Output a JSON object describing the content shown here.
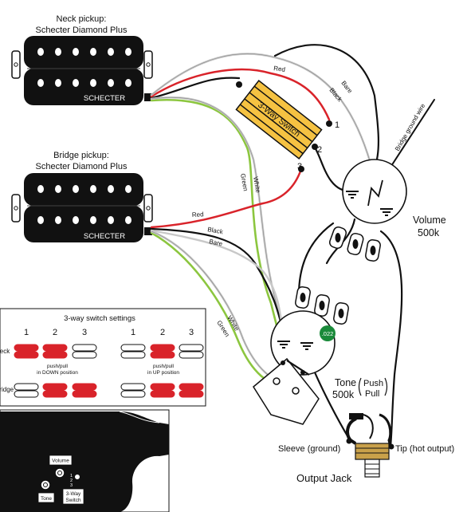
{
  "neck_pickup": {
    "title_line1": "Neck pickup:",
    "title_line2": "Schecter Diamond Plus",
    "brand": "SCHECTER"
  },
  "bridge_pickup": {
    "title_line1": "Bridge pickup:",
    "title_line2": "Schecter Diamond Plus",
    "brand": "SCHECTER"
  },
  "switch": {
    "label": "3-Way Switch",
    "lug_1": "1",
    "lug_2": "2",
    "lug_3": "3"
  },
  "wires": {
    "red": "Red",
    "black": "Black",
    "bare": "Bare",
    "green": "Green",
    "white": "White",
    "bridge_ground": "Bridge ground wire"
  },
  "volume": {
    "label": "Volume",
    "value": "500k"
  },
  "tone": {
    "label": "Tone",
    "value": "500k",
    "push": "Push",
    "pull": "Pull"
  },
  "capacitor": {
    "value": ".022"
  },
  "jack": {
    "title": "Output Jack",
    "sleeve": "Sleeve (ground)",
    "tip": "Tip (hot output)"
  },
  "settings": {
    "title": "3-way switch settings",
    "positions": [
      "1",
      "2",
      "3"
    ],
    "row_neck": "Neck",
    "row_bridge": "Bridge",
    "down_caption_1": "push/pull",
    "down_caption_2": "in DOWN position",
    "up_caption_1": "push/pull",
    "up_caption_2": "in UP position",
    "down_neck": [
      true,
      true,
      false
    ],
    "down_bridge": [
      false,
      true,
      true
    ],
    "up_neck": [
      false,
      true,
      false
    ],
    "up_bridge": [
      false,
      true,
      true
    ]
  },
  "guitar": {
    "volume": "Volume",
    "tone": "Tone",
    "switch_line1": "3-Way",
    "switch_line2": "Switch",
    "pos_1": "1",
    "pos_2": "2",
    "pos_3": "3"
  },
  "colors": {
    "red_wire": "#d9232a",
    "green_wire": "#8cc63f",
    "white_wire": "#c8c8c8",
    "black_wire": "#111111",
    "switch_body": "#f5c242",
    "cap": "#1a8a3a"
  }
}
